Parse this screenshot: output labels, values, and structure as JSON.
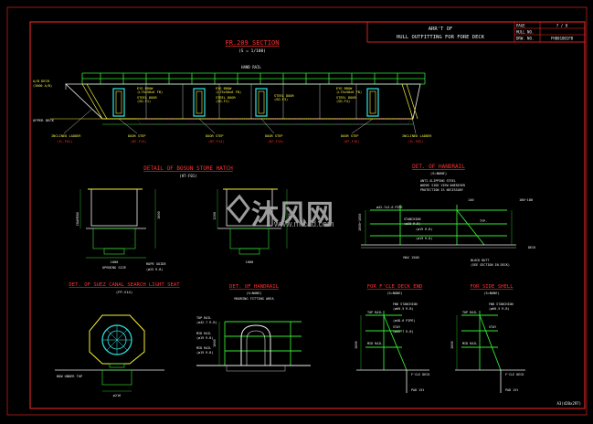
{
  "title_block": {
    "title_line1": "ARR'T OF",
    "title_line2": "HULL OUTFITTING FOR FORE DECK",
    "page_label": "PAGE",
    "page_value": "7 / 8",
    "hull_no_label": "HULL NO.",
    "hull_no_value": "",
    "drw_no_label": "DRW. NO.",
    "drw_no_value": "FH001001FB"
  },
  "watermark": {
    "brand_cn": "沐风网",
    "url": "www.mfcad.com"
  },
  "section_main": {
    "title": "FR.209 SECTION",
    "scale": "(S = 1/100)",
    "labels": {
      "hand_rail": "HAND RAIL",
      "ab_deck": "A/B DECK",
      "ab_deck_sub": "(3000 A/B)",
      "upper_deck": "UPPER DECK",
      "eye_brow_1": "EYE BROW",
      "eye_brow_sub_1": "(L75x50x6 FB)",
      "steel_door": "STEEL DOOR",
      "door_sub_1": "(SD-F1)",
      "eye_brow_2": "EYE BROW",
      "eye_brow_sub_2": "(L75x50x6 FB)",
      "steel_door_2": "STEEL DOOR",
      "door_sub_2": "(SD-F2)",
      "steel_door_3": "STEEL DOOR",
      "door_sub_3": "(SD-F3)",
      "eye_brow_4": "EYE BROW",
      "eye_brow_sub_4": "(L75x50x6 FB)",
      "steel_door_4": "STEEL DOOR",
      "door_sub_4": "(SD-F4)",
      "inclined_ladder_l": "INCLINED LADDER",
      "inclined_ladder_l_sub": "(IL-F01)",
      "door_step_1": "DOOR STEP",
      "door_step_1_sub": "(DF-F13)",
      "door_step_2": "DOOR STEP",
      "door_step_2_sub": "(DF-F14)",
      "door_step_3": "DOOR STEP",
      "door_step_3_sub": "(DF-F15)",
      "door_step_4": "DOOR STEP",
      "door_step_4_sub": "(DF-F16)",
      "inclined_ladder_r": "INCLINED LADDER",
      "inclined_ladder_r_sub": "(IL-F02)"
    }
  },
  "detail_hatch": {
    "title": "DETAIL OF BOSUN STORE HATCH",
    "sub": "(HT-F01)",
    "dim_1": "1000",
    "dim_2": "1200",
    "dim_3": "600",
    "label_coaming": "COAMING",
    "label_opening": "OPENING SIZE",
    "label_rope_guide": "ROPE GUIDE",
    "label_rope_guide_sub": "(ø25 R.B)",
    "dim_open_l": "1000",
    "dim_open_r": "1000"
  },
  "detail_handrail_right": {
    "title": "DET. OF HANDRAIL",
    "sub": "(S=NONE)",
    "note_1": "ANTI-SLIPPING STEEL",
    "note_2": "WHERE SIDE VIEW WHEREVER",
    "note_3": "PROTECTION IS NECESSARY",
    "dim_top": "1000~1050",
    "dim_140": "140",
    "dim_r": "100~180",
    "label_pipe": "ø42.7x3.6 PIPE",
    "label_stanchion": "STANCHION",
    "label_stanchion_sub": "(ø20 R.B)",
    "label_rail1": "(ø19 R.B)",
    "label_rail2": "(ø19 R.B)",
    "label_typ": "TYP.",
    "label_deck": "DECK",
    "dim_max": "MAX 1500",
    "label_block": "BLOCK BUTT",
    "label_block_sub": "(SEE SECTION IN DECK)"
  },
  "detail_suez": {
    "title": "DET. OF SUEZ CANAL SEARCH LIGHT SEAT",
    "sub": "(FP-S14)",
    "label_bow": "BOW UNDER TOP",
    "dim": "ø216"
  },
  "detail_handrail_mid": {
    "title": "DET. OF HANDRAIL",
    "sub": "(S=NONE)",
    "sub2": "MOORING FITTING AREA",
    "rail_top": "TOP RAIL",
    "rail_top_sub": "(ø42.7 R.B)",
    "rail_mid": "MID RAIL",
    "rail_mid_sub": "(ø19 R.B)",
    "rail_low": "MID RAIL",
    "rail_low_sub": "(ø19 R.B)",
    "dim_1": "1000"
  },
  "detail_fwd": {
    "title": "FOR F'CLE DECK END",
    "sub": "(S=NONE)",
    "label_1": "FWD STANCHION",
    "label_1_sub": "(ø60.5 R.B)",
    "label_2": "TOP RAIL",
    "label_2_sub": "(ø48.6 PIPE)",
    "label_3": "STAY",
    "label_3_sub": "(ø42.7 R.B)",
    "label_4": "MID RAIL",
    "label_5": "F'CLE DECK",
    "dim_1": "1000",
    "dim_2": "PAD 15t"
  },
  "detail_side": {
    "title": "FOR SIDE SHELL",
    "sub": "(S=NONE)",
    "label_1": "FWD STANCHION",
    "label_1_sub": "(ø60.5 R.B)",
    "label_2": "TOP RAIL",
    "label_3": "STAY",
    "label_4": "MID RAIL",
    "label_5": "F'CLE DECK",
    "dim_1": "1000",
    "dim_2": "PAD 15t"
  },
  "footer": {
    "code": "A3(420x297)"
  },
  "colors": {
    "background": "#000000",
    "border": "#ff2a2a",
    "title_red": "#ff3030",
    "green": "#35e835",
    "yellow": "#f4f03a",
    "cyan": "#2ee6e6",
    "white": "#f0f0f0",
    "magenta": "#ff40ff",
    "watermark": "#b8b8b8"
  }
}
